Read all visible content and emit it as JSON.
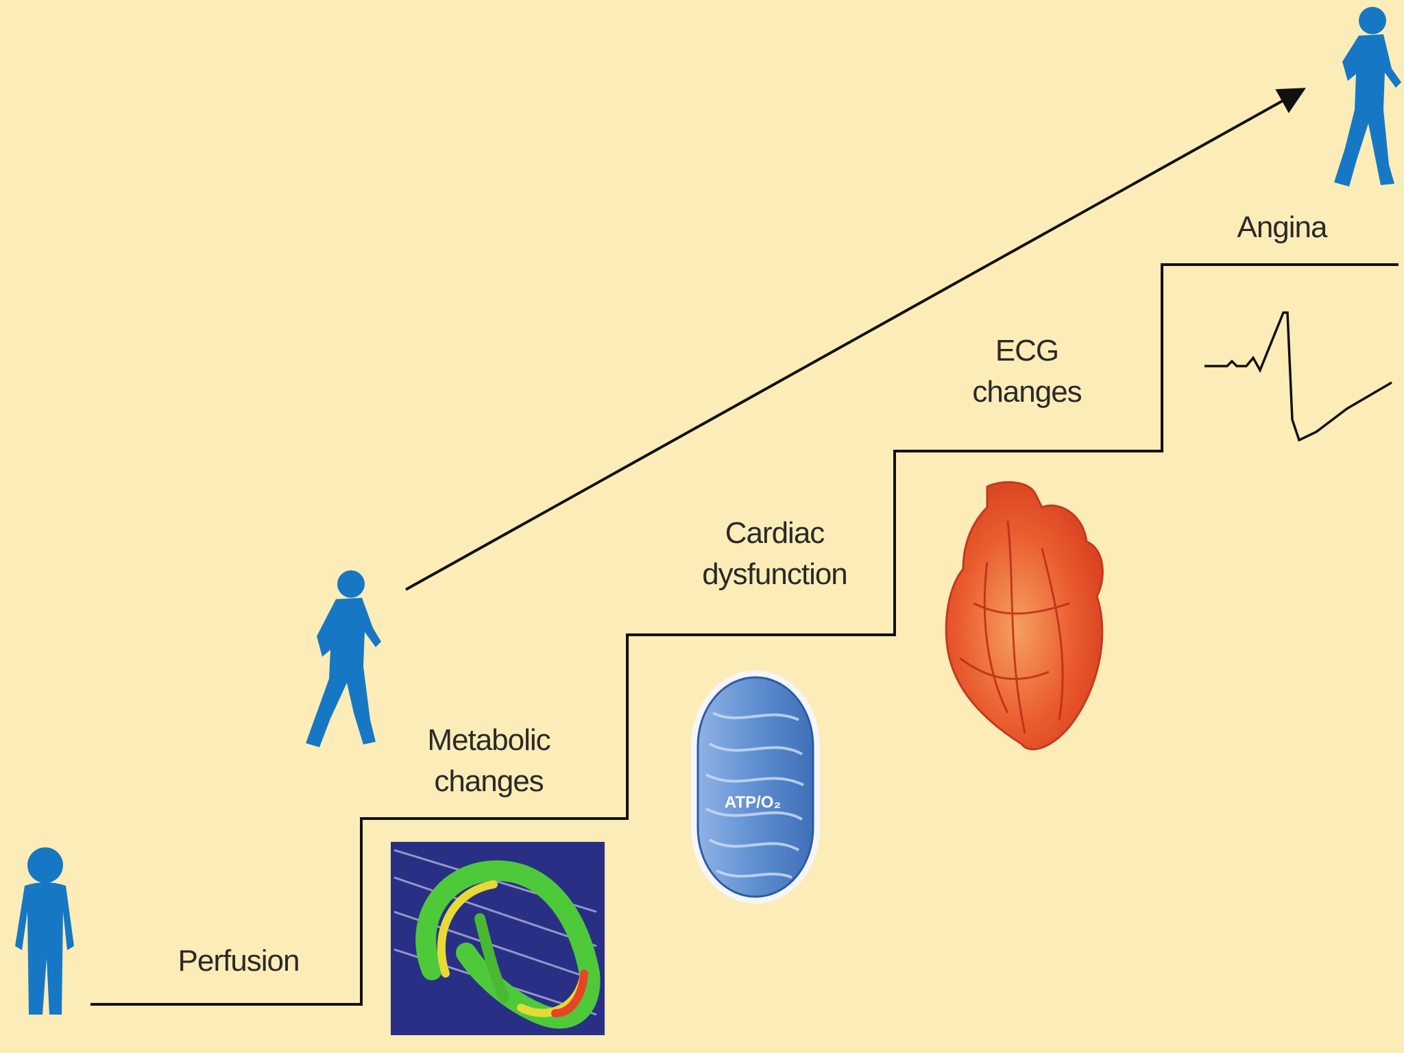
{
  "stages": {
    "perfusion": "Perfusion",
    "metabolic": [
      "Metabolic",
      "changes"
    ],
    "cardiac": [
      "Cardiac",
      "dysfunction"
    ],
    "ecg": [
      "ECG",
      "changes"
    ],
    "angina": "Angina"
  },
  "mitochondrion_label": "ATP/O₂",
  "colors": {
    "background": "#fcecb7",
    "figure": "#1678c4",
    "line": "#111111",
    "heart": "#e8502c",
    "mitochondrion": "#5f8fd0"
  }
}
